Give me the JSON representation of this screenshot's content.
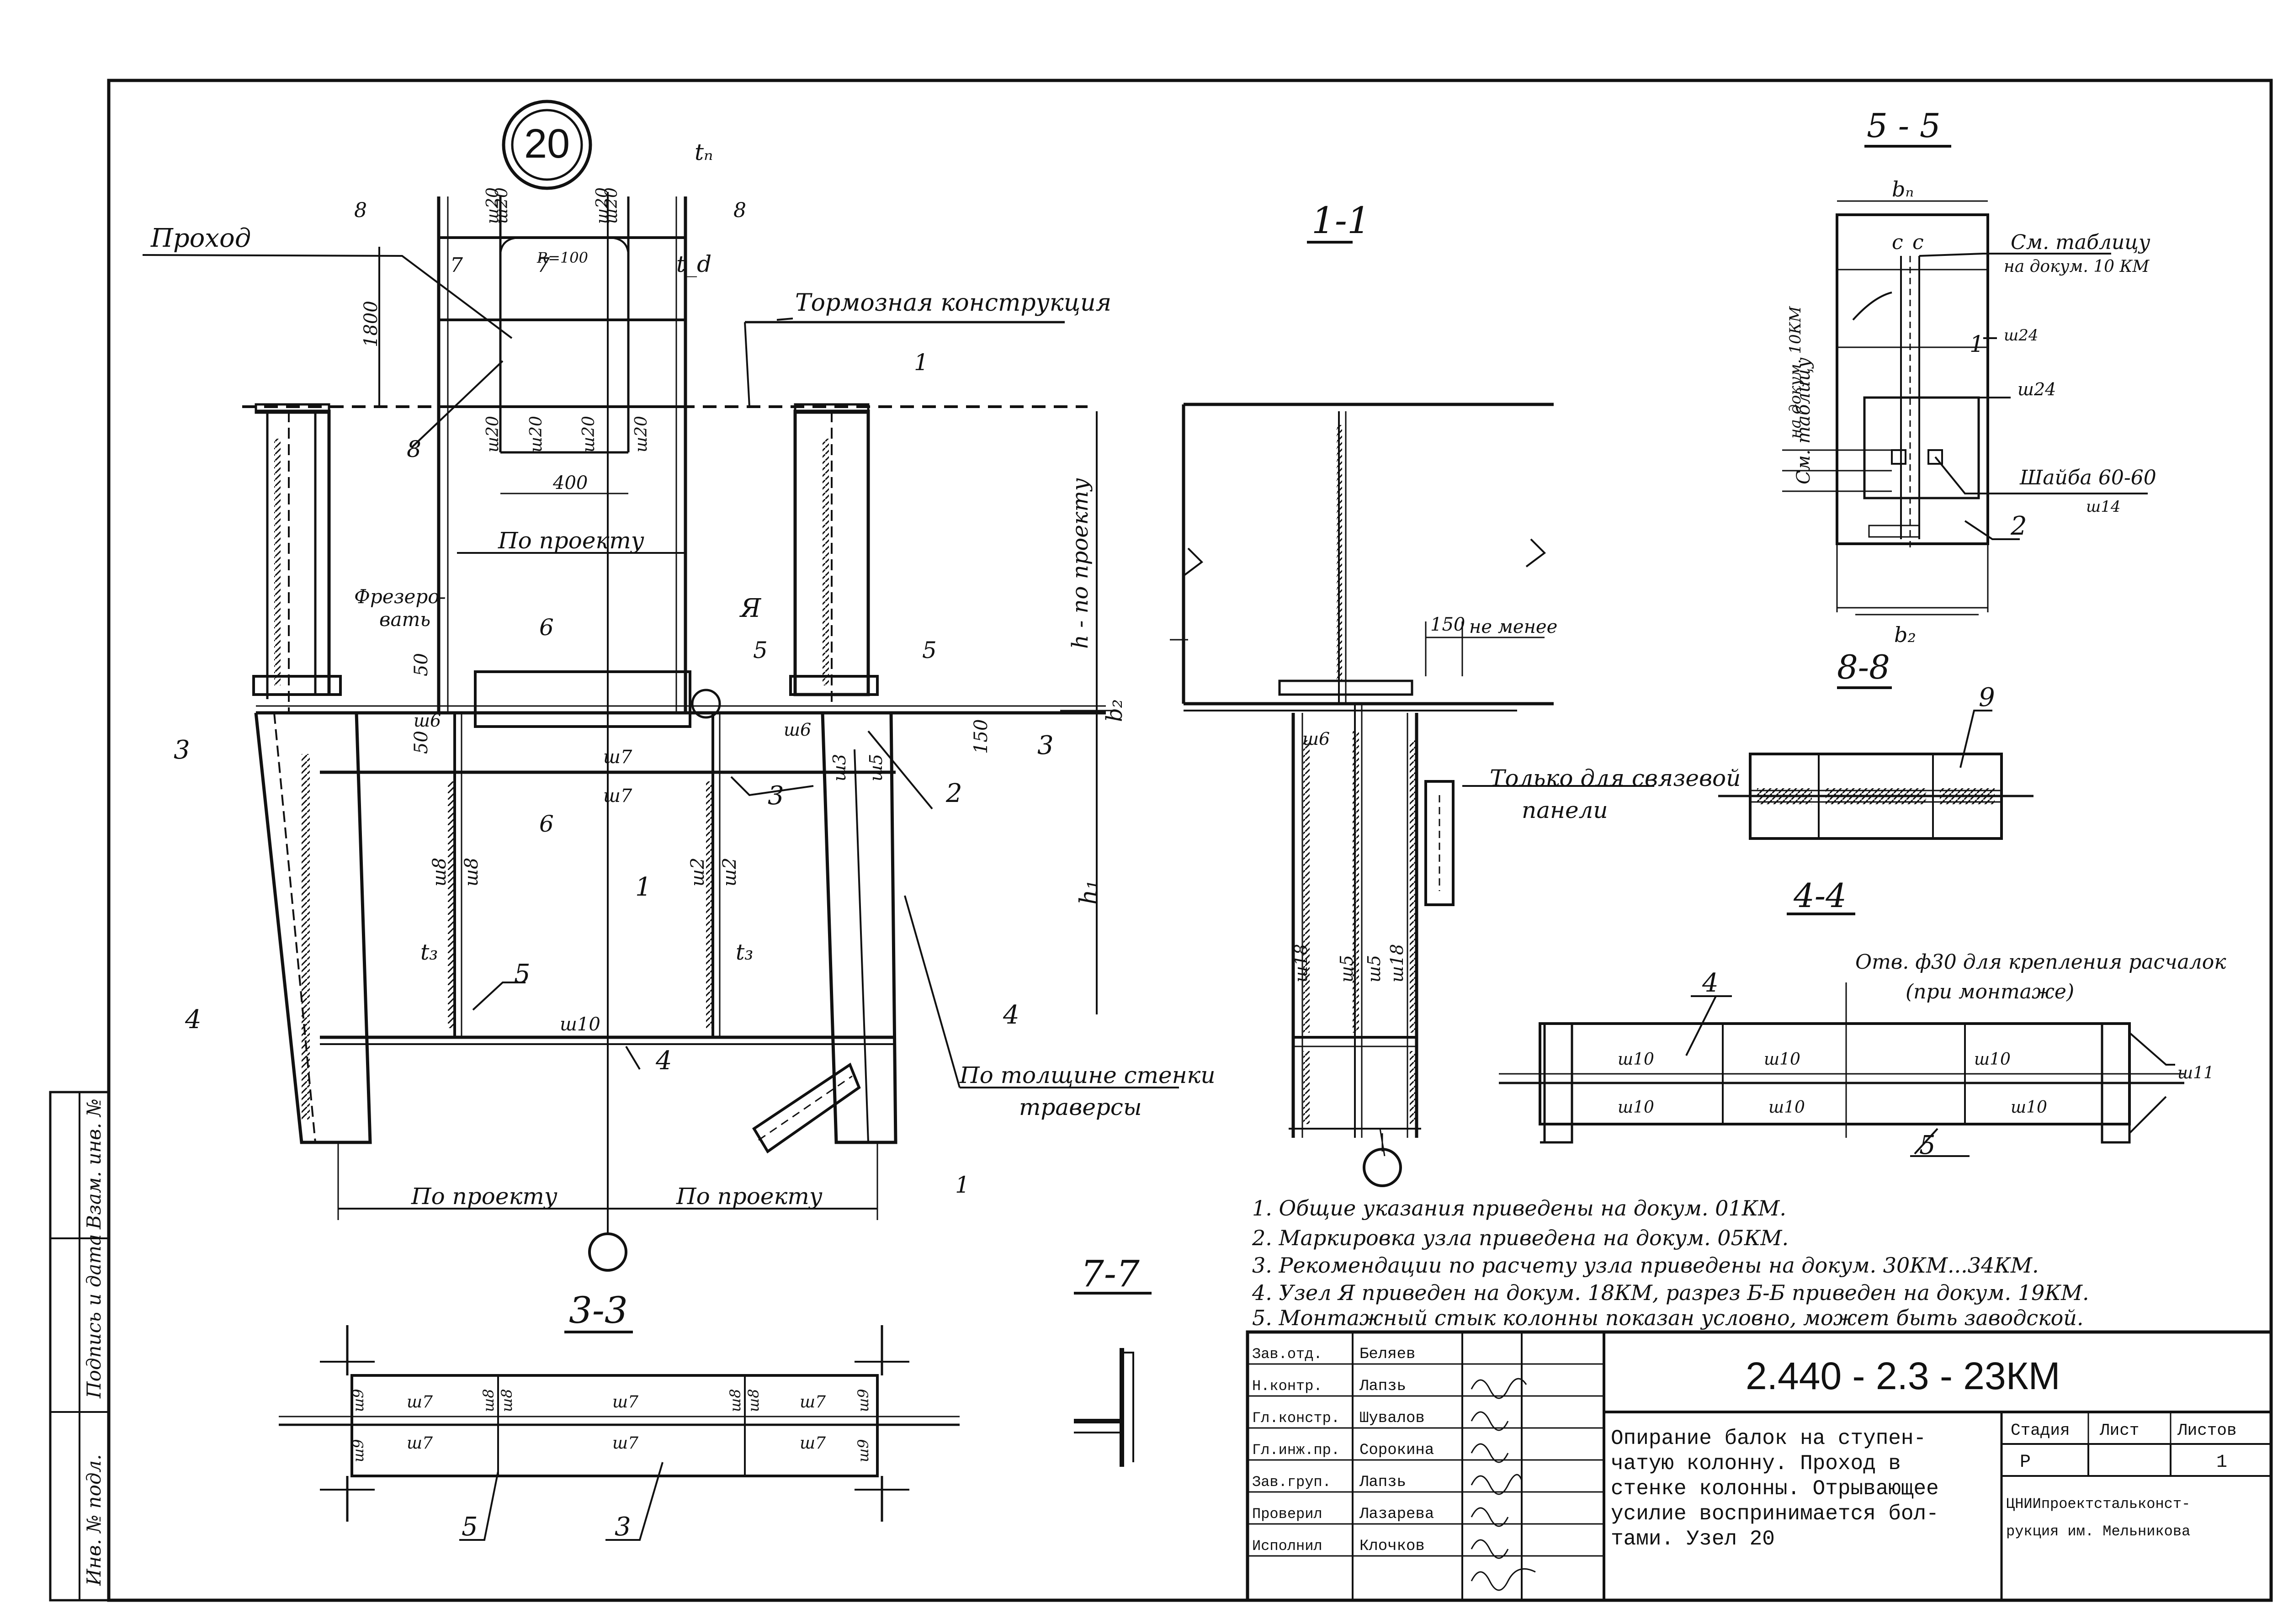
{
  "node_number": "20",
  "labels": {
    "prokhod": "Проход",
    "tormoznaya": "Тормозная конструкция",
    "po_proektu_mid": "По проекту",
    "frezerovat_1": "Фрезеро-",
    "frezerovat_2": "вать",
    "h_po_proektu": "h - по проекту",
    "h1": "h₁",
    "b2": "b₂",
    "po_tolshchine_1": "По толщине стенки",
    "po_tolshchine_2": "траверсы",
    "po_proektu_left": "По проекту",
    "po_proektu_right": "По проекту",
    "ne_menee": "не менее",
    "tolko_1": "Только для связевой",
    "tolko_2": "панели",
    "sm_tablicu_top_1": "См. таблицу",
    "sm_tablicu_top_2": "на докум. 10 КМ",
    "sm_tablicu_side_1": "См. таблицу",
    "sm_tablicu_side_2": "на докум. 10КМ",
    "shaiba": "Шайба 60-60",
    "otv_1": "Отв. ф30 для крепления расчалок",
    "otv_2": "(при монтаже)",
    "dim_1800": "1800",
    "dim_400": "400",
    "dim_50a": "50",
    "dim_50b": "50",
    "dim_150": "150",
    "dim_150b": "150",
    "R100": "R=100",
    "tn": "tₙ",
    "td": "t_d",
    "t3a": "t₃",
    "t3b": "t₃",
    "bn": "bₙ",
    "b2s": "b₂",
    "c1": "c",
    "c2": "c"
  },
  "section_titles": {
    "s11": "1-1",
    "s55": "5 - 5",
    "s88": "8-8",
    "s44": "4-4",
    "s33": "3-3",
    "s77": "7-7"
  },
  "section_marks": {
    "m1a": "1",
    "m1b": "1",
    "m3a": "3",
    "m3b": "3",
    "m4a": "4",
    "m4b": "4",
    "m5a": "5",
    "m5b": "5",
    "m6a": "6",
    "m6b": "6",
    "m7a": "7",
    "m7b": "7",
    "m8a": "8",
    "m8b": "8"
  },
  "positions": {
    "p8": "8",
    "p1": "1",
    "p2": "2",
    "p3": "3",
    "p4": "4",
    "p5": "5",
    "pYa": "Я",
    "p55_2": "2",
    "p55_1": "1",
    "p88_9": "9",
    "p44_4": "4",
    "p44_5": "5",
    "p33_5": "5",
    "p33_3": "3"
  },
  "welds": {
    "w_sh20a": "ш20",
    "w_sh20b": "ш20",
    "w_sh20c": "ш20",
    "w_sh20d": "ш20",
    "w_sh20e": "ш20",
    "w_sh20f": "ш20",
    "w_sh20g": "ш20",
    "w_sh20h": "ш20",
    "w_sh6a": "ш6",
    "w_sh6b": "ш6",
    "w_sh6c": "ш6",
    "w_sh7a": "ш7",
    "w_sh7b": "ш7",
    "w_sh8a": "ш8",
    "w_sh8b": "ш8",
    "w_sh2a": "ш2",
    "w_sh2b": "ш2",
    "w_sh3": "ш3",
    "w_sh5a": "ш5",
    "w_sh5b": "ш5",
    "w_sh5c": "ш5",
    "w_sh10": "ш10",
    "w_sh18a": "ш18",
    "w_sh18b": "ш18",
    "w_sh24a": "ш24",
    "w_sh24b": "ш24",
    "w_sh14": "ш14",
    "w_sh11": "ш11",
    "w44_1": "ш10",
    "w44_2": "ш10",
    "w44_3": "ш10",
    "w44_4": "ш10",
    "w44_5": "ш10",
    "w44_6": "ш10",
    "w33_sh9a": "ш9",
    "w33_sh9b": "ш9",
    "w33_sh9c": "ш9",
    "w33_sh9d": "ш9",
    "w33_sh7a": "ш7",
    "w33_sh7b": "ш7",
    "w33_sh7c": "ш7",
    "w33_sh7d": "ш7",
    "w33_sh7e": "ш7",
    "w33_sh7f": "ш7",
    "w33_sh8a": "ш8",
    "w33_sh8b": "ш8",
    "w33_sh8c": "ш8",
    "w33_sh8d": "ш8"
  },
  "notes": [
    "1. Общие указания приведены на докум. 01КМ.",
    "2. Маркировка узла приведена на докум. 05КМ.",
    "3. Рекомендации по расчету узла приведены на докум. 30КМ...34КМ.",
    "4. Узел Я приведен на докум. 18КМ, разрез Б-Б приведен на докум. 19КМ.",
    "5. Монтажный стык колонны показан условно, может быть заводской."
  ],
  "title_block": {
    "doc_number": "2.440 - 2.3 - 23КМ",
    "title_lines": [
      "Опирание балок на ступен-",
      "чатую колонну. Проход в",
      "стенке колонны. Отрывающее",
      "усилие воспринимается бол-",
      "тами. Узел 20"
    ],
    "stage_header": "Стадия",
    "sheet_header": "Лист",
    "sheets_header": "Листов",
    "stage_value": "Р",
    "sheets_value": "1",
    "org_1": "ЦНИИпроектстальконст-",
    "org_2": "рукция им. Мельникова",
    "roles": [
      {
        "role": "Зав.отд.",
        "name": "Беляев"
      },
      {
        "role": "Н.контр.",
        "name": "Лапзь"
      },
      {
        "role": "Гл.констр.",
        "name": "Шувалов"
      },
      {
        "role": "Гл.инж.пр.",
        "name": "Сорокина"
      },
      {
        "role": "Зав.груп.",
        "name": "Лапзь"
      },
      {
        "role": "Проверил",
        "name": "Лазарева"
      },
      {
        "role": "Исполнил",
        "name": "Клочков"
      }
    ]
  },
  "side_stamp": [
    "Инв. № подл.",
    "Подпись и дата",
    "Взам. инв. №"
  ]
}
